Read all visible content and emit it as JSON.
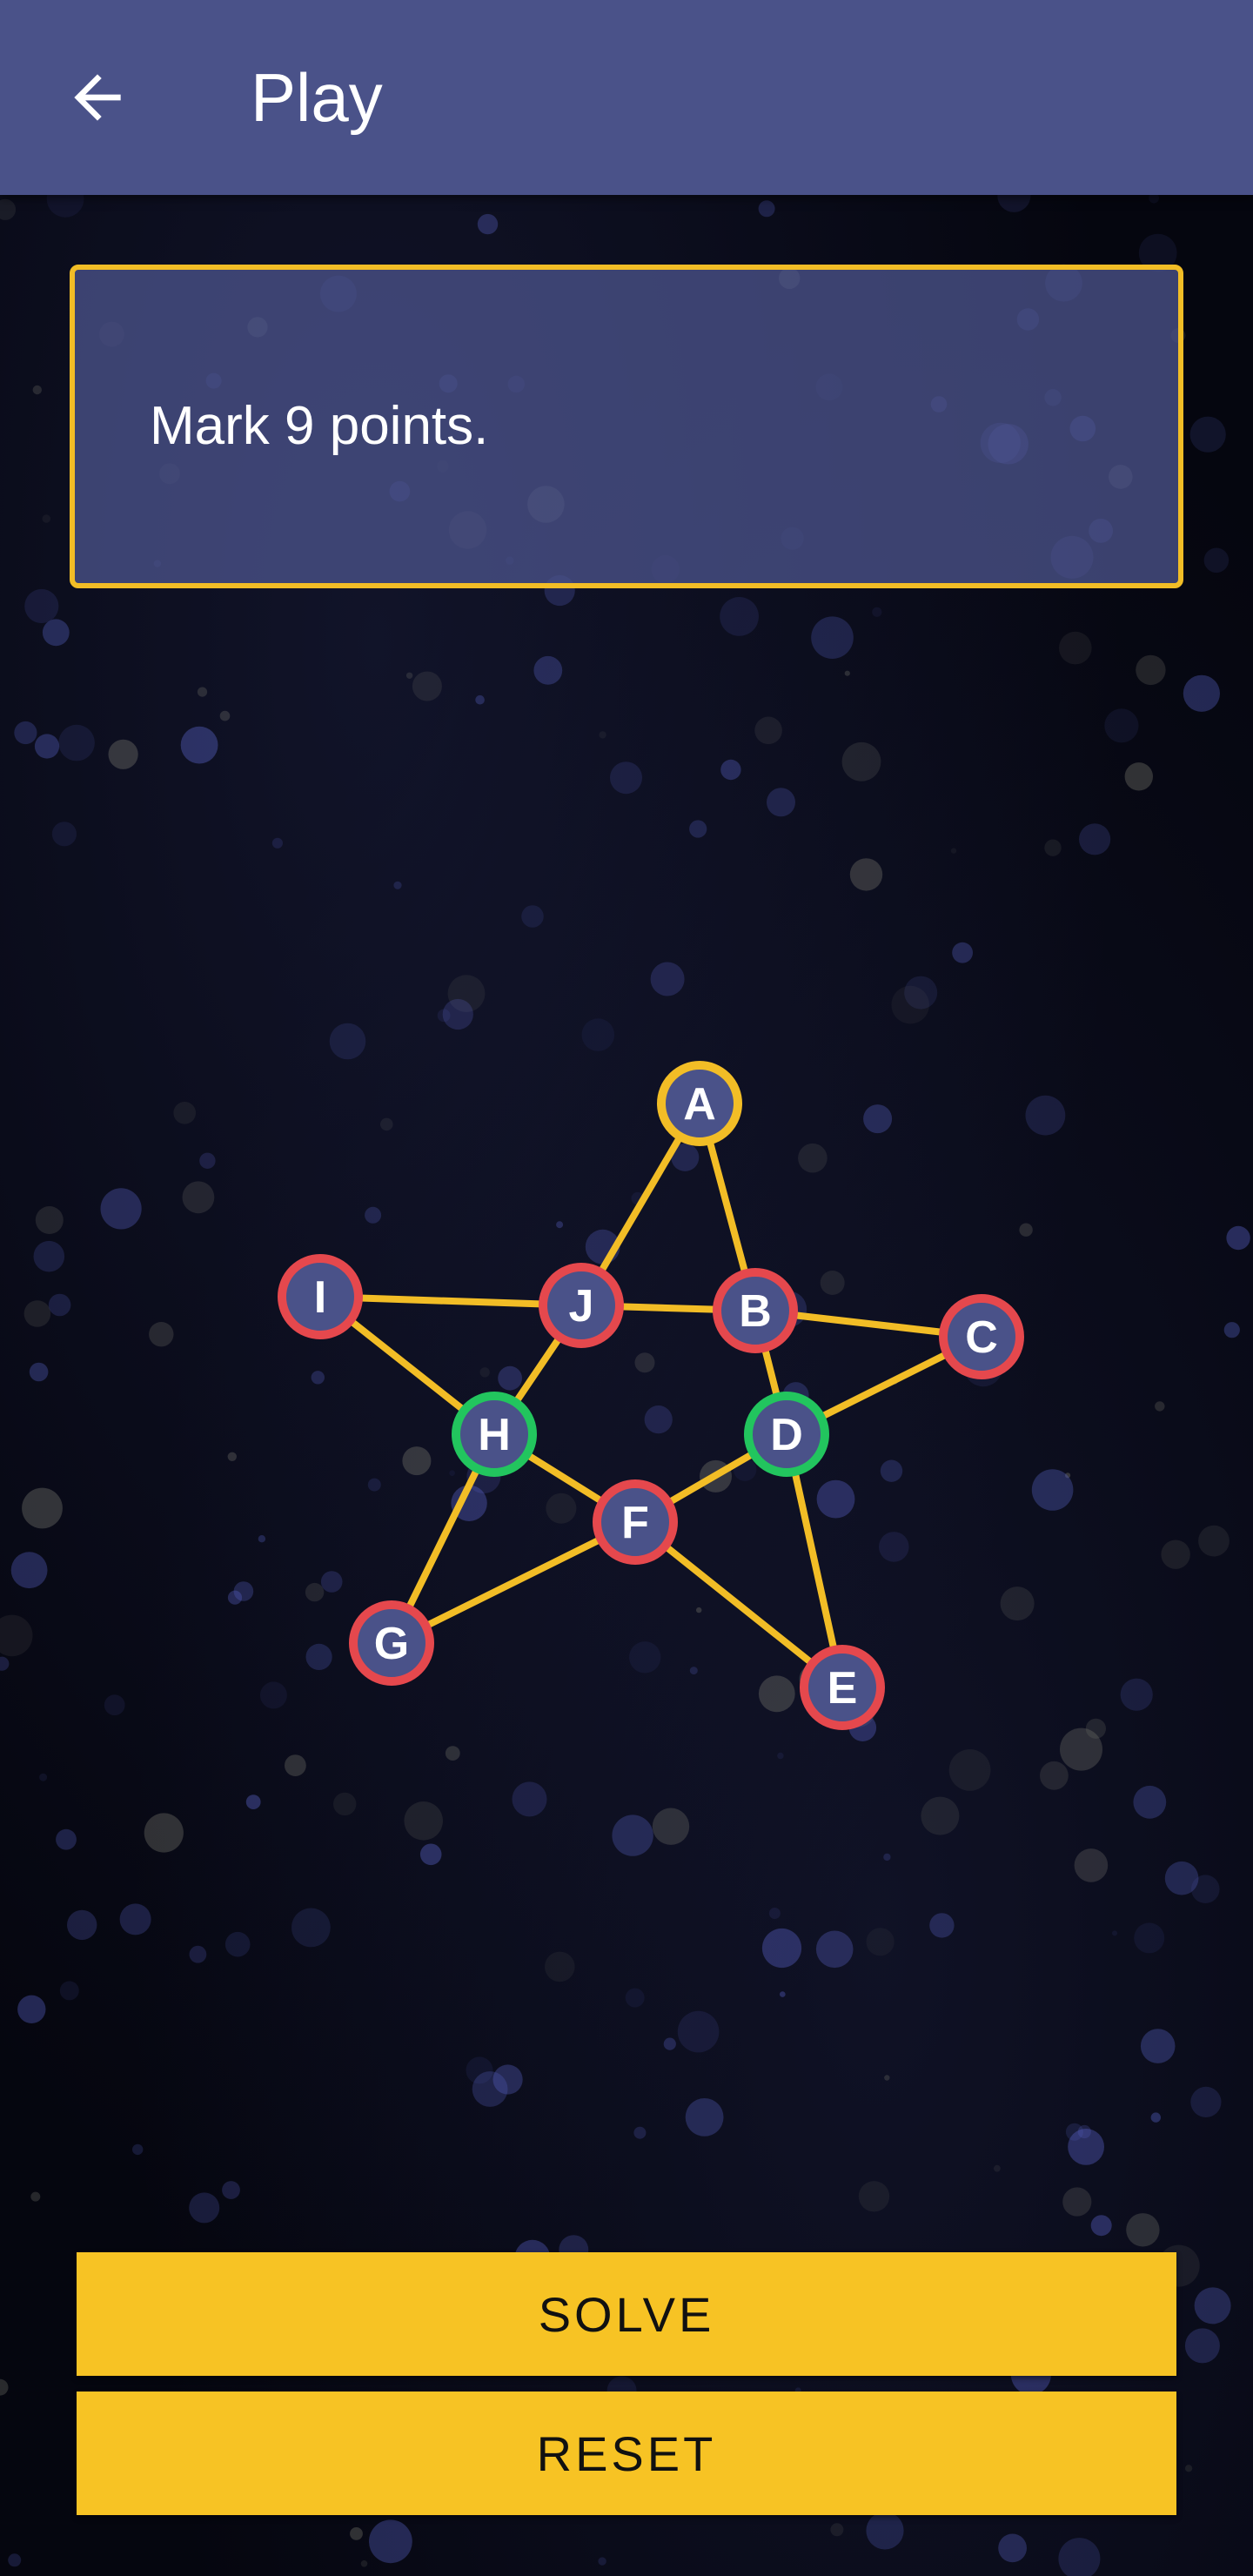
{
  "app_bar": {
    "title": "Play",
    "back_icon": "arrow-back-icon"
  },
  "prompt": {
    "text": "Mark 9 points."
  },
  "colors": {
    "app_bar": "#4a5289",
    "accent": "#f2bd26",
    "node_fill": "#4a5289",
    "state_default": "#e5484d",
    "state_selected": "#f2bd26",
    "state_marked": "#22c55e",
    "edge": "#f2bd26"
  },
  "puzzle": {
    "nodes": [
      {
        "id": "A",
        "label": "A",
        "state": "selected"
      },
      {
        "id": "B",
        "label": "B",
        "state": "default"
      },
      {
        "id": "C",
        "label": "C",
        "state": "default"
      },
      {
        "id": "D",
        "label": "D",
        "state": "marked"
      },
      {
        "id": "E",
        "label": "E",
        "state": "default"
      },
      {
        "id": "F",
        "label": "F",
        "state": "default"
      },
      {
        "id": "G",
        "label": "G",
        "state": "default"
      },
      {
        "id": "H",
        "label": "H",
        "state": "marked"
      },
      {
        "id": "I",
        "label": "I",
        "state": "default"
      },
      {
        "id": "J",
        "label": "J",
        "state": "default"
      }
    ],
    "edges": [
      [
        "A",
        "J"
      ],
      [
        "J",
        "H"
      ],
      [
        "H",
        "G"
      ],
      [
        "A",
        "B"
      ],
      [
        "B",
        "D"
      ],
      [
        "D",
        "E"
      ],
      [
        "I",
        "J"
      ],
      [
        "J",
        "B"
      ],
      [
        "B",
        "C"
      ],
      [
        "I",
        "H"
      ],
      [
        "H",
        "F"
      ],
      [
        "F",
        "E"
      ],
      [
        "C",
        "D"
      ],
      [
        "D",
        "F"
      ],
      [
        "F",
        "G"
      ]
    ]
  },
  "actions": {
    "solve_label": "SOLVE",
    "reset_label": "RESET"
  }
}
